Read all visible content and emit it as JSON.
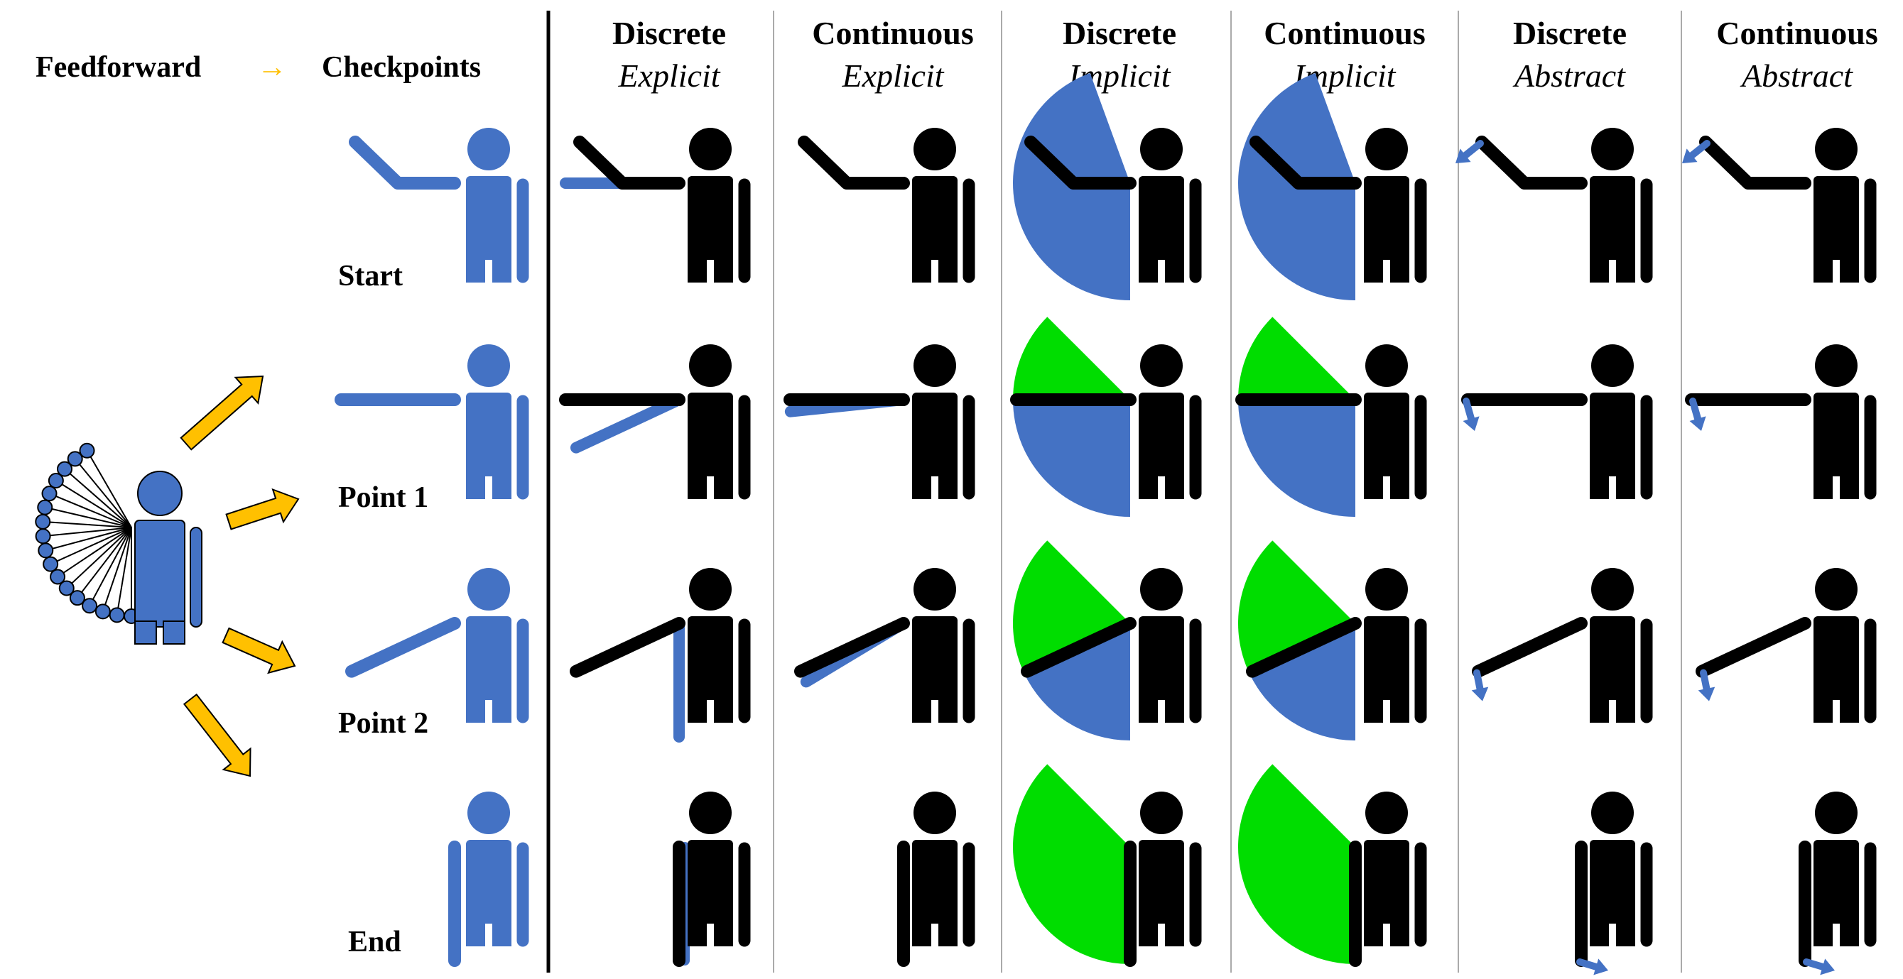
{
  "top_label": {
    "feedforward": "Feedforward",
    "arrow": "→",
    "checkpoints": "Checkpoints"
  },
  "columns": [
    {
      "title": "Discrete",
      "subtitle": "Explicit"
    },
    {
      "title": "Continuous",
      "subtitle": "Explicit"
    },
    {
      "title": "Discrete",
      "subtitle": "Implicit"
    },
    {
      "title": "Continuous",
      "subtitle": "Implicit"
    },
    {
      "title": "Discrete",
      "subtitle": "Abstract"
    },
    {
      "title": "Continuous",
      "subtitle": "Abstract"
    }
  ],
  "rows": [
    {
      "label": "Start",
      "arm_angle_deg": 180
    },
    {
      "label": "Point 1",
      "arm_angle_deg": 90
    },
    {
      "label": "Point 2",
      "arm_angle_deg": 65
    },
    {
      "label": "End",
      "arm_angle_deg": 0
    }
  ],
  "colors": {
    "figure_blue": "#4472c4",
    "figure_black": "#000000",
    "progress_green": "#00dd00",
    "arrow_orange": "#ffc000",
    "divider_gray": "#aaaaaa"
  }
}
